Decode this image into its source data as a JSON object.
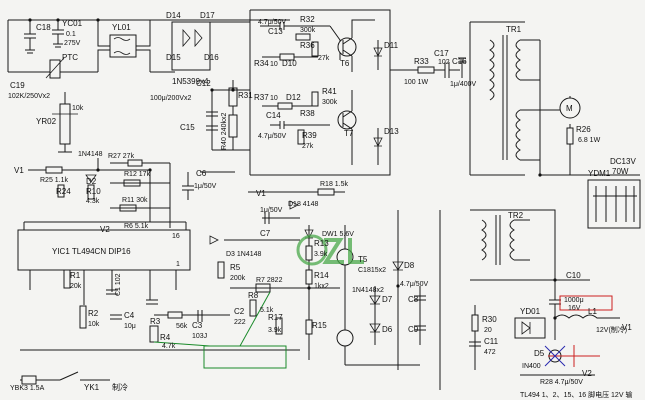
{
  "title_note": "TL494 1、2、15、16 脚电压 12V 输",
  "labels": {
    "C18": "C18",
    "YC01": "YC01",
    "YC01_v1": "0.1",
    "YC01_v2": "275V",
    "PTC": "PTC",
    "C19": "C19",
    "C19_v": "102K/250Vx2",
    "YL01": "YL01",
    "D14": "D14",
    "D17": "D17",
    "D15": "D15",
    "D16": "D16",
    "bridge_v": "1N5399x4",
    "R31": "R31",
    "C12": "C12",
    "C12_v": "100μ/200Vx2",
    "C15": "C15",
    "R40": "R40 240kx2",
    "C13_v": "4.7μ/50V",
    "C13": "C13",
    "R32": "R32",
    "R32_v": "300k",
    "R34": "R34",
    "R34_v": "10",
    "D10": "D10",
    "R36": "R36",
    "R36_v": "27k",
    "T6": "T6",
    "D11": "D11",
    "R37": "R37",
    "R37_v": "10",
    "D12": "D12",
    "R41": "R41",
    "R41_v": "300k",
    "C14": "C14",
    "C14_v": "4.7μ/50V",
    "R38": "R38",
    "R39": "R39",
    "R39_v": "27k",
    "T7": "T7",
    "D13": "D13",
    "R33": "R33",
    "R33_v": "100 1W",
    "C17": "C17",
    "C17_v": "102",
    "C16": "C16",
    "C16_v": "1μ/400V",
    "TR1": "TR1",
    "M": "M",
    "R26": "R26",
    "R26_v": "6.8 1W",
    "YR02": "YR02",
    "YR02_v": "10k",
    "V1a": "V1",
    "R25": "R25 1.1k",
    "D4148": "1N4148",
    "R27": "R27 27k",
    "D2": "D2",
    "R24": "R24",
    "R10": "R10",
    "R10_v": "4.3k",
    "R12": "R12 17k",
    "C6": "C6",
    "C6_v": "1μ/50V",
    "R11": "R11 30k",
    "R6": "R6 5.1k",
    "V2": "V2",
    "IC": "YIC1  TL494CN DIP16",
    "pin16": "16",
    "pin1": "1",
    "R1": "R1",
    "R1_v": "20k",
    "C1": "C1 102",
    "R2": "R2",
    "R2_v": "10k",
    "C4": "C4",
    "C4_v": "10μ",
    "R3": "R3",
    "R4": "R4",
    "R4_v": "4.7k",
    "R3_v": "56k",
    "C3": "C3",
    "C3_v": "103J",
    "C2": "C2",
    "C2_v": "222",
    "V1b": "V1",
    "R18": "R18 1.5k",
    "D18": "D18 4148",
    "C7_v": "1μ/50V",
    "C7": "C7",
    "DW1": "DW1 5.6V",
    "D3": "D3  1N4148",
    "R5": "R5",
    "R5_v": "200k",
    "R13": "R13",
    "R13_v": "3.9k",
    "R14": "R14",
    "R14_v": "1kx2",
    "R15": "R15",
    "R7": "R7 2822",
    "R8": "R8",
    "R8_v": "5.1k",
    "R17": "R17",
    "R17_v": "3.9k",
    "T5": "T5",
    "T5_v": "C1815x2",
    "D8": "D8",
    "D4148x2": "1N4148x2",
    "C8_v": "4.7μ/50V",
    "C8": "C8",
    "D7": "D7",
    "D6": "D6",
    "C9": "C9",
    "YDM1": "YDM1",
    "DC13V": "DC13V",
    "W70": "70W",
    "TR2": "TR2",
    "C10": "C10",
    "C10_v": "1000μ\n16V",
    "C10_v1": "1000μ",
    "C10_v2": "16V",
    "L1": "L1",
    "YD01": "YD01",
    "R30": "R30",
    "R30_v": "20",
    "C11": "C11",
    "C11_v": "472",
    "out12v": "12V(制冷)",
    "V1c": "V1",
    "D5": "D5",
    "D5_v": "IN400",
    "R28": "R28 4.7μ/50V",
    "V2b": "V2",
    "YBK3": "YBK3  1.5A",
    "YK1": "YK1",
    "cooling": "制冷"
  },
  "colors": {
    "wire": "#1a1a1a",
    "background": "#f4f4f2",
    "annotation_green": "#1a8a2a",
    "annotation_red": "#cc2020",
    "annotation_blue": "#2a2ab0",
    "watermark": "#4aa84a"
  }
}
